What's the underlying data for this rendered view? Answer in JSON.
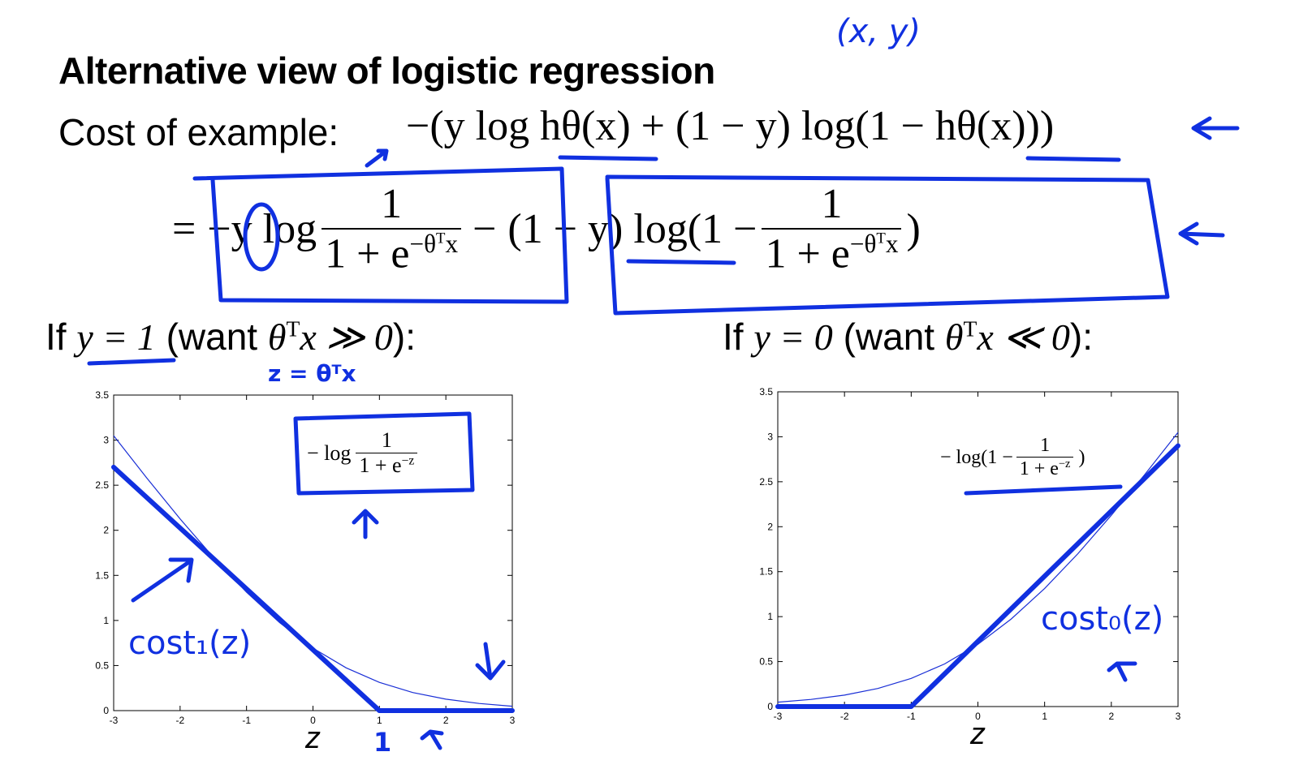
{
  "title": "Alternative view of logistic regression",
  "cost_label": "Cost of example:",
  "cost_expr": "−(y log hθ(x) + (1 − y) log(1 − hθ(x)))",
  "expansion": {
    "eq": "=",
    "part1_prefix": "−y log",
    "part2_prefix": "(1 − y) log(1 −",
    "part2_suffix": ")",
    "minus": "−",
    "frac_num": "1",
    "frac_den": "1 + e",
    "frac_exp": "−θ",
    "frac_exp_t": "T",
    "frac_exp_x": "x"
  },
  "case_y1": {
    "prefix": "If",
    "cond": "y = 1",
    "want": "(want",
    "expr": "θ",
    "sup": "T",
    "rest": "x ≫ 0",
    "close": "):"
  },
  "case_y0": {
    "prefix": "If",
    "cond": "y = 0",
    "want": "(want",
    "expr": "θ",
    "sup": "T",
    "rest": "x ≪ 0",
    "close": "):"
  },
  "annotations": {
    "xy": "(x, y)",
    "z_def": "z = θᵀx",
    "cost1": "cost₁(z)",
    "cost0": "cost₀(z)",
    "one_mark": "1"
  },
  "chart_data": [
    {
      "type": "line",
      "xlabel": "z",
      "xlim": [
        -3,
        3
      ],
      "ylim": [
        0,
        3.5
      ],
      "xticks": [
        "-3",
        "-2",
        "-1",
        "0",
        "1",
        "2",
        "3"
      ],
      "yticks": [
        "0",
        "0.5",
        "1",
        "1.5",
        "2",
        "2.5",
        "3",
        "3.5"
      ],
      "legend_expr": "− log 1/(1 + e^−z)",
      "legend_num": "1",
      "legend_den": "1 + e",
      "legend_exp": "−z",
      "legend_prefix": "− log",
      "legend_suffix": "",
      "series": [
        {
          "x": [
            -3,
            -2.5,
            -2,
            -1.5,
            -1,
            -0.5,
            0,
            0.5,
            1,
            1.5,
            2,
            2.5,
            3
          ],
          "y": [
            3.049,
            2.579,
            2.127,
            1.701,
            1.313,
            0.974,
            0.693,
            0.474,
            0.313,
            0.201,
            0.127,
            0.079,
            0.049
          ]
        }
      ],
      "hand_drawn": {
        "x": [
          -3,
          1,
          3
        ],
        "y": [
          2.7,
          0,
          0
        ]
      }
    },
    {
      "type": "line",
      "xlabel": "z",
      "xlim": [
        -3,
        3
      ],
      "ylim": [
        0,
        3.5
      ],
      "xticks": [
        "-3",
        "-2",
        "-1",
        "0",
        "1",
        "2",
        "3"
      ],
      "yticks": [
        "0",
        "0.5",
        "1",
        "1.5",
        "2",
        "2.5",
        "3",
        "3.5"
      ],
      "legend_prefix": "− log(1 −",
      "legend_num": "1",
      "legend_den": "1 + e",
      "legend_exp": "−z",
      "legend_suffix": ")",
      "series": [
        {
          "x": [
            -3,
            -2.5,
            -2,
            -1.5,
            -1,
            -0.5,
            0,
            0.5,
            1,
            1.5,
            2,
            2.5,
            3
          ],
          "y": [
            0.049,
            0.079,
            0.127,
            0.201,
            0.313,
            0.474,
            0.693,
            0.974,
            1.313,
            1.701,
            2.127,
            2.579,
            3.049
          ]
        }
      ],
      "hand_drawn": {
        "x": [
          -3,
          -1,
          3
        ],
        "y": [
          0,
          0,
          2.9
        ]
      }
    }
  ],
  "colors": {
    "pen": "#1030e0",
    "curve": "#1a2fd6"
  }
}
